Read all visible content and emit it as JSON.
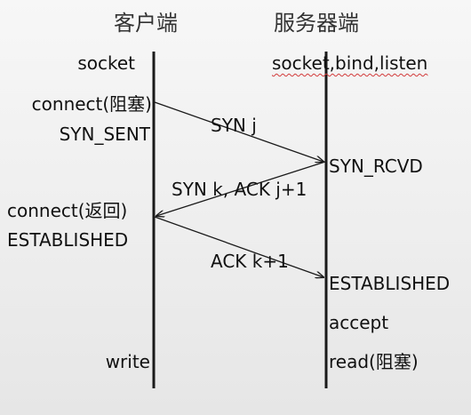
{
  "headers": {
    "client": "客户端",
    "server": "服务器端"
  },
  "client_labels": {
    "socket": "socket",
    "connect_blocked": "connect(阻塞)",
    "syn_sent": "SYN_SENT",
    "connect_return": "connect(返回)",
    "established": "ESTABLISHED",
    "write": "write"
  },
  "server_labels": {
    "socket_bind_listen": "socket,bind,listen",
    "syn_rcvd": "SYN_RCVD",
    "established": "ESTABLISHED",
    "accept": "accept",
    "read_blocked": "read(阻塞)"
  },
  "messages": {
    "syn": "SYN j",
    "syn_ack": "SYN k, ACK j+1",
    "ack": "ACK k+1"
  },
  "colors": {
    "line": "#1a1a1a",
    "text": "#111111",
    "header": "#333333",
    "underline": "#d23a3a"
  }
}
